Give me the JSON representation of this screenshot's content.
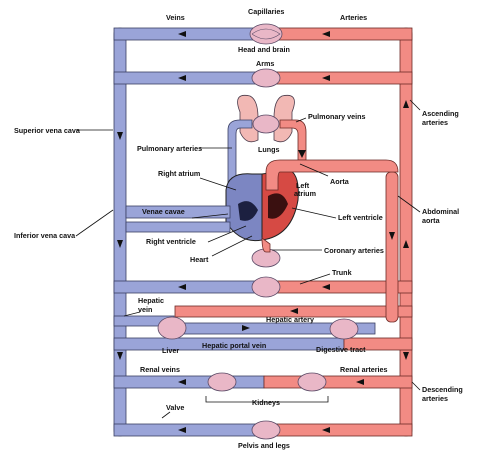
{
  "colors": {
    "veins": "#9aa4d8",
    "arteries": "#f28b84"
  },
  "labels": {
    "veins": "Veins",
    "capillaries": "Capillaries",
    "arteries": "Arteries",
    "head_brain": "Head and brain",
    "arms": "Arms",
    "superior_vena_cava": "Superior vena cava",
    "pulmonary_veins": "Pulmonary veins",
    "ascending_arteries": [
      "Ascending",
      "arteries"
    ],
    "pulmonary_arteries": "Pulmonary arteries",
    "lungs": "Lungs",
    "right_atrium": "Right atrium",
    "aorta": "Aorta",
    "left_atrium": [
      "Left",
      "atrium"
    ],
    "inferior_vena_cava": "Inferior vena cava",
    "venae_cavae": "Venae cavae",
    "left_ventricle": "Left ventricle",
    "abdominal_aorta": [
      "Abdominal",
      "aorta"
    ],
    "right_ventricle": "Right ventricle",
    "coronary_arteries": "Coronary arteries",
    "heart": "Heart",
    "trunk": "Trunk",
    "hepatic_vein": [
      "Hepatic",
      "vein"
    ],
    "hepatic_artery": "Hepatic artery",
    "liver": "Liver",
    "hepatic_portal_vein": "Hepatic portal vein",
    "digestive_tract": "Digestive tract",
    "renal_veins": "Renal veins",
    "renal_arteries": "Renal arteries",
    "descending_arteries": [
      "Descending",
      "arteries"
    ],
    "kidneys": "Kidneys",
    "valve": "Valve",
    "pelvis_legs": "Pelvis and legs"
  }
}
